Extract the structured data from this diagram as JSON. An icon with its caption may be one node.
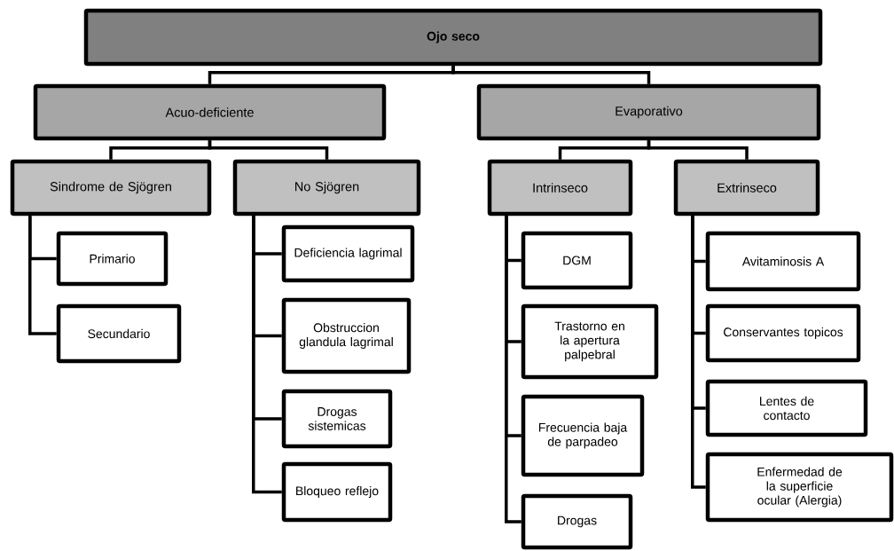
{
  "diagram": {
    "nodes": [
      {
        "text": [
          "Ojo seco"
        ]
      },
      {
        "text": [
          "Acuo-deficiente"
        ]
      },
      {
        "text": [
          "Evaporativo"
        ]
      },
      {
        "text": [
          "Sindrome de Sjögren"
        ]
      },
      {
        "text": [
          "No Sjögren"
        ]
      },
      {
        "text": [
          "Intrinseco"
        ]
      },
      {
        "text": [
          "Extrinseco"
        ]
      },
      {
        "text": [
          "Primario"
        ]
      },
      {
        "text": [
          "Secundario"
        ]
      },
      {
        "text": [
          "Deficiencia lagrimal"
        ]
      },
      {
        "text": [
          "Obstruccion glandula lagrimal"
        ]
      },
      {
        "text": [
          "Drogas sistemicas"
        ]
      },
      {
        "text": [
          "Bloqueo reflejo"
        ]
      },
      {
        "text": [
          "DGM"
        ]
      },
      {
        "text": [
          "Trastorno en la apertura palpebral"
        ]
      },
      {
        "text": [
          "Frecuencia baja de parpadeo"
        ]
      },
      {
        "text": [
          "Drogas"
        ]
      },
      {
        "text": [
          "Avitaminosis A"
        ]
      },
      {
        "text": [
          "Conservantes topicos"
        ]
      },
      {
        "text": [
          "Lentes de contacto"
        ]
      },
      {
        "text": [
          "Enfermedad de la superficie ocular (Alergia)"
        ]
      }
    ],
    "edges": [
      {
        "from": 0,
        "to": 1,
        "arrow": "none"
      },
      {
        "from": 0,
        "to": 2,
        "arrow": "none"
      },
      {
        "from": 1,
        "to": 3,
        "arrow": "none"
      },
      {
        "from": 1,
        "to": 4,
        "arrow": "none"
      },
      {
        "from": 2,
        "to": 5,
        "arrow": "none"
      },
      {
        "from": 2,
        "to": 6,
        "arrow": "none"
      },
      {
        "from": 3,
        "to": 7,
        "arrow": "none"
      },
      {
        "from": 3,
        "to": 8,
        "arrow": "none"
      },
      {
        "from": 4,
        "to": 9,
        "arrow": "none"
      },
      {
        "from": 4,
        "to": 10,
        "arrow": "none"
      },
      {
        "from": 4,
        "to": 11,
        "arrow": "none"
      },
      {
        "from": 4,
        "to": 12,
        "arrow": "none"
      },
      {
        "from": 5,
        "to": 13,
        "arrow": "none"
      },
      {
        "from": 5,
        "to": 14,
        "arrow": "none"
      },
      {
        "from": 5,
        "to": 15,
        "arrow": "none"
      },
      {
        "from": 5,
        "to": 16,
        "arrow": "none"
      },
      {
        "from": 6,
        "to": 17,
        "arrow": "none"
      },
      {
        "from": 6,
        "to": 18,
        "arrow": "none"
      },
      {
        "from": 6,
        "to": 19,
        "arrow": "none"
      },
      {
        "from": 6,
        "to": 20,
        "arrow": "none"
      }
    ]
  }
}
